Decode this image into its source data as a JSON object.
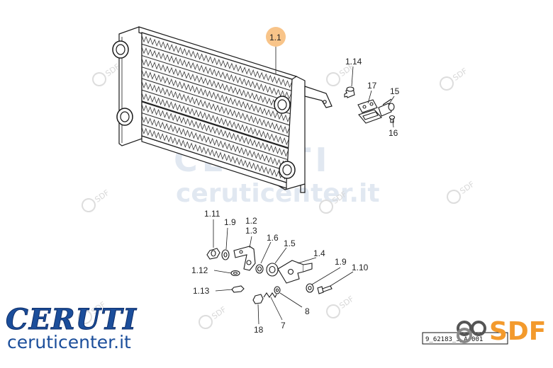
{
  "diagram": {
    "callouts": {
      "c1_1": "1.1",
      "c1_14": "1.14",
      "c17": "17",
      "c15": "15",
      "c16": "16",
      "c1_11": "1.11",
      "c1_9a": "1.9",
      "c1_2": "1.2",
      "c1_3": "1.3",
      "c1_6": "1.6",
      "c1_5": "1.5",
      "c1_4": "1.4",
      "c1_9b": "1.9",
      "c1_10": "1.10",
      "c1_12": "1.12",
      "c1_13": "1.13",
      "c18": "18",
      "c7": "7",
      "c8": "8"
    },
    "highlight_color": "#f8c489"
  },
  "watermark": {
    "logo": "CERUTI",
    "url": "ceruticenter.it",
    "sdf": "SDF"
  },
  "branding": {
    "logo": "CERUTI",
    "url": "ceruticenter.it",
    "sdf": "SDF",
    "doc_id": "9_62183_3_A-001"
  }
}
